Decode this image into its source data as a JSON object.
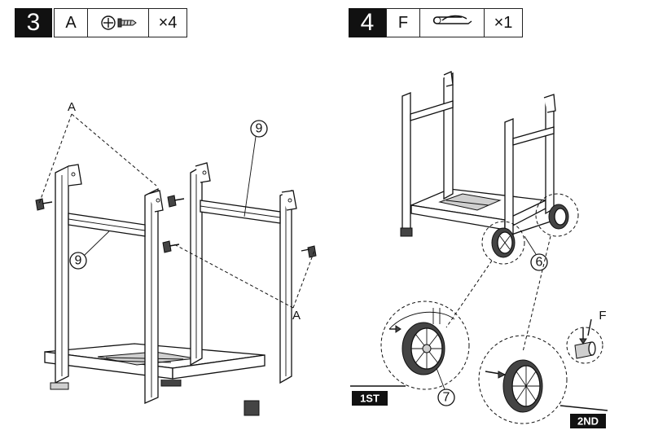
{
  "step3": {
    "number": "3",
    "part_letter": "A",
    "part_icon": "screw-icon",
    "quantity": "×4",
    "callouts": {
      "part_9_top": "9",
      "part_9_left": "9"
    },
    "letters": {
      "a_top": "A",
      "a_bottom": "A"
    }
  },
  "step4": {
    "number": "4",
    "part_letter": "F",
    "part_icon": "hitch-pin-clip-icon",
    "quantity": "×1",
    "callouts": {
      "part_6": "6",
      "part_7": "7"
    },
    "letters": {
      "f": "F"
    },
    "tags": {
      "first": "1ST",
      "second": "2ND"
    }
  },
  "colors": {
    "ink": "#111111",
    "background": "#ffffff"
  }
}
